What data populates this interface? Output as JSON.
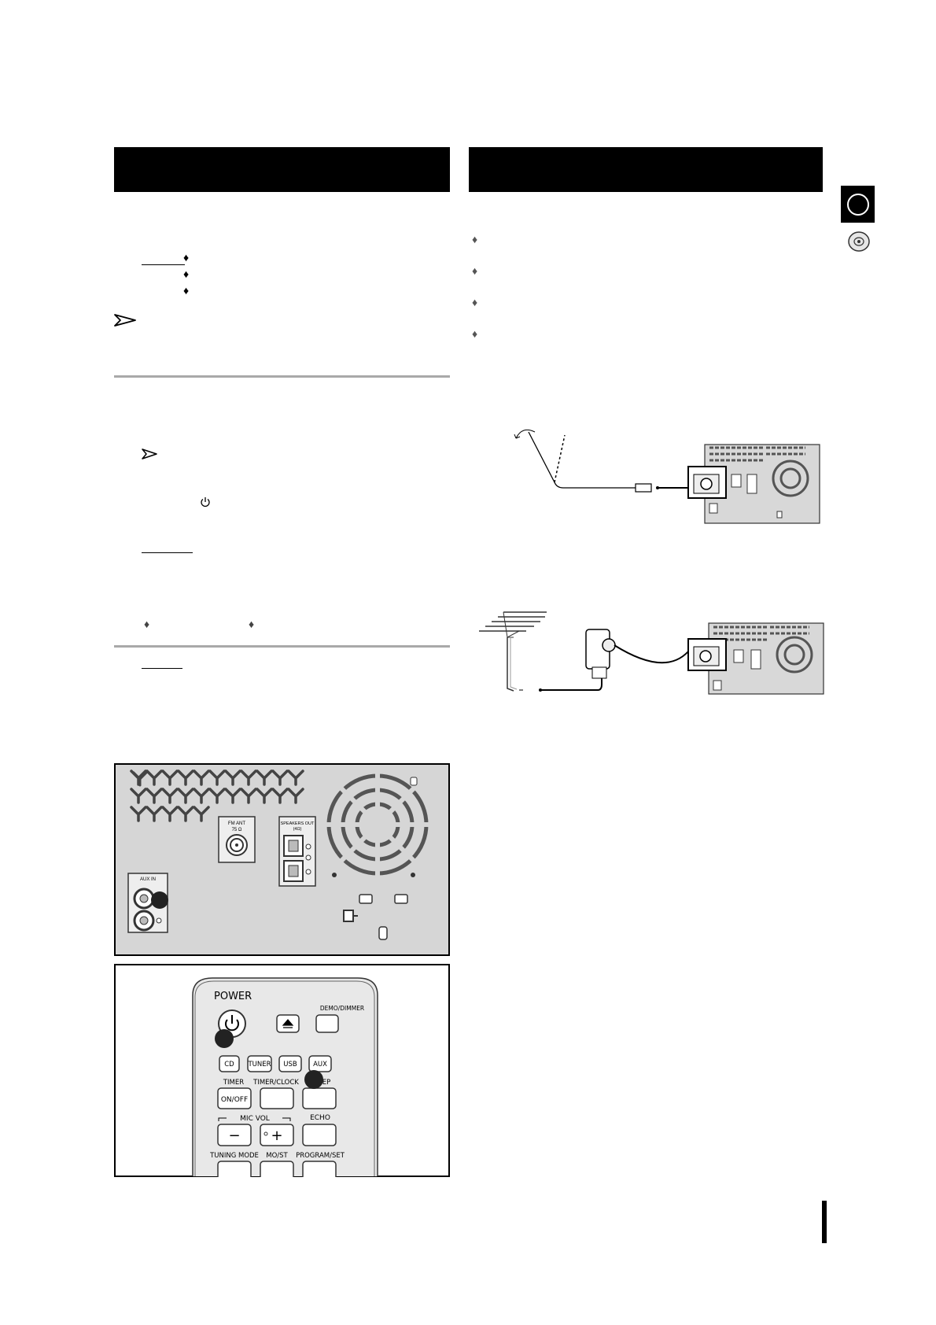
{
  "page": {
    "left_section_header": "",
    "right_section_header": ""
  },
  "left_column": {
    "bullet_glyph": "♦",
    "arrow_note_glyph": "➢",
    "power_symbol": "⏻"
  },
  "panel_labels": {
    "fm_ant": "FM ANT",
    "fm_ohm": "75 Ω",
    "speakers_out": "SPEAKERS OUT",
    "speakers_ohm": "(4Ω)",
    "aux_in": "AUX IN"
  },
  "remote": {
    "power": "POWER",
    "demo_dimmer": "DEMO/DIMMER",
    "cd": "CD",
    "tuner": "TUNER",
    "usb": "USB",
    "aux": "AUX",
    "timer": "TIMER",
    "timer_clock": "TIMER/CLOCK",
    "sleep_fragment": "EP",
    "on_off": "ON/OFF",
    "mic_vol": "MIC VOL",
    "echo": "ECHO",
    "minus": "−",
    "plus": "+",
    "tuning_mode": "TUNING MODE",
    "mo_st": "MO/ST",
    "program_set": "PROGRAM/SET"
  },
  "colors": {
    "header_bar": "#000000",
    "rule": "#a9a9a9",
    "panel_bg": "#d9d9d9",
    "remote_bg": "#e8e8e8"
  },
  "icons": [
    "cd-disc-icon",
    "arrow-note-icon",
    "power-icon",
    "bullet-diamond-icon"
  ]
}
